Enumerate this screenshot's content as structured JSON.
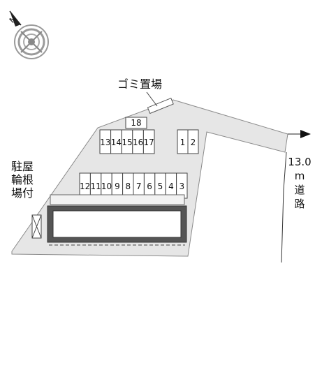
{
  "map": {
    "garbage_label": "ゴミ置場",
    "roofed_parking_label": [
      "駐屋",
      "輪根",
      "場付"
    ],
    "road": {
      "width": "13.0",
      "unit": "m",
      "label_chars": [
        "道",
        "路"
      ]
    },
    "parking_spaces": {
      "top_single": "18",
      "upper_row": [
        "13",
        "14",
        "15",
        "16",
        "17"
      ],
      "right_pair": [
        "1",
        "2"
      ],
      "lower_row": [
        "12",
        "11",
        "10",
        "9",
        "8",
        "7",
        "6",
        "5",
        "4",
        "3"
      ]
    },
    "compass": {
      "icon": "north-compass-icon"
    }
  }
}
